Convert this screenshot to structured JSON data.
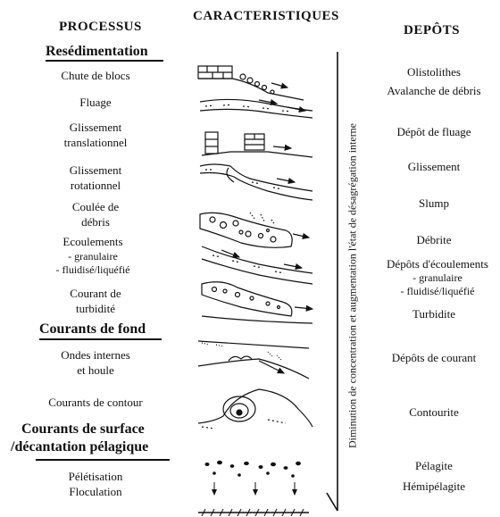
{
  "headers": {
    "processus": "PROCESSUS",
    "caracteristiques": "CARACTERISTIQUES",
    "depots": "DEPÔTS"
  },
  "categories": {
    "resedimentation": "Resédimentation",
    "courants_fond": "Courants de fond",
    "courants_surface_1": "Courants de surface",
    "courants_surface_2": "/décantation pélagique"
  },
  "processes": {
    "chute": "Chute de blocs",
    "fluage": "Fluage",
    "gt1": "Glissement",
    "gt2": "translationnel",
    "gr1": "Glissement",
    "gr2": "rotationnel",
    "cd1": "Coulée de",
    "cd2": "débris",
    "ec1": "Ecoulements",
    "ec2": "- granulaire",
    "ec3": "- fluidisé/liquéfié",
    "ct1": "Courant de",
    "ct2": "turbidité",
    "oi1": "Ondes internes",
    "oi2": "et houle",
    "contour": "Courants de contour",
    "pelet": "Pélétisation",
    "floc": "Floculation"
  },
  "deposits": {
    "olisto": "Olistolithes",
    "aval": "Avalanche de débris",
    "fluage": "Dépôt de fluage",
    "gliss": "Glissement",
    "slump": "Slump",
    "debrite": "Débrite",
    "de1": "Dépôts d'écoulements",
    "de2": "- granulaire",
    "de3": "- fluidisé/liquéfié",
    "turb": "Turbidite",
    "courant": "Dépôts de courant",
    "contourite": "Contourite",
    "pelagite": "Pélagite",
    "hemi": "Hémipélagite"
  },
  "axis_label": "Diminution de concentration et augmentation l'état de désagrégation interne"
}
